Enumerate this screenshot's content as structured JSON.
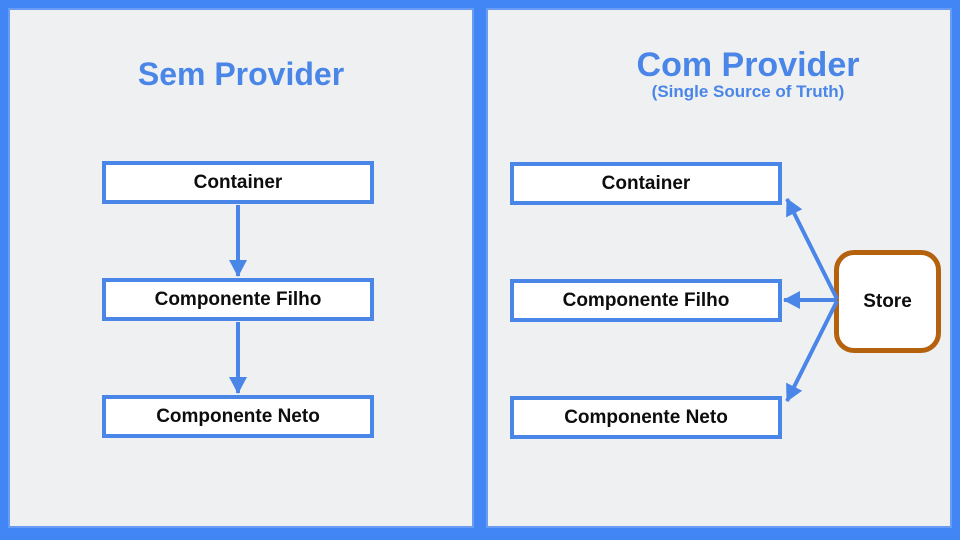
{
  "left_panel": {
    "title": "Sem Provider",
    "nodes": [
      {
        "label": "Container"
      },
      {
        "label": "Componente Filho"
      },
      {
        "label": "Componente Neto"
      }
    ]
  },
  "right_panel": {
    "title": "Com Provider",
    "subtitle": "(Single Source of Truth)",
    "nodes": [
      {
        "label": "Container"
      },
      {
        "label": "Componente Filho"
      },
      {
        "label": "Componente Neto"
      }
    ],
    "store_label": "Store",
    "store_connections": [
      "Container",
      "Componente Filho",
      "Componente Neto"
    ]
  },
  "colors": {
    "background_blue": "#4285f4",
    "panel_background": "#eff0f1",
    "accent_blue": "#4a86e8",
    "store_border_orange": "#b4620e",
    "node_background": "#ffffff",
    "node_text": "#0d0d0d"
  }
}
